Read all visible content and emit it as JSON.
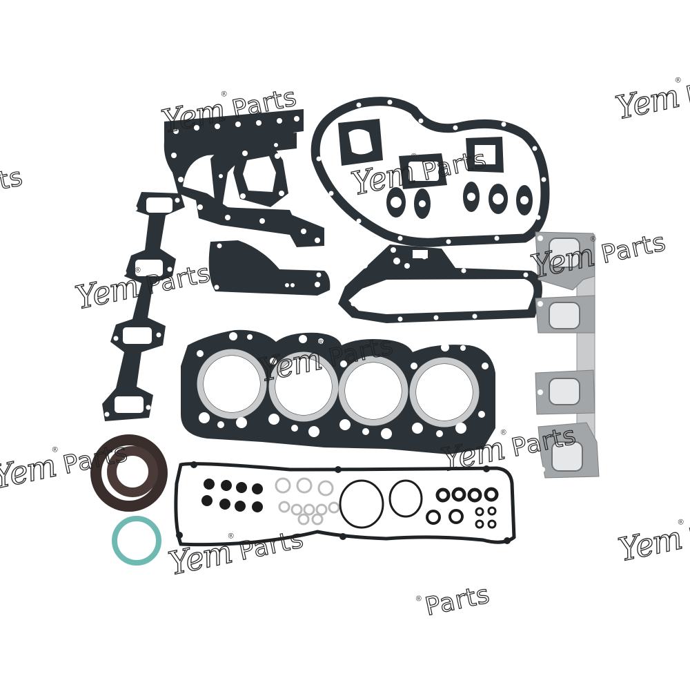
{
  "image": {
    "subject": "Engine full overhaul gasket kit",
    "background": "#ffffff",
    "colors": {
      "gasket_graphite": "#2c3338",
      "metal_gasket": "#a9acae",
      "metal_highlight": "#d9dadb",
      "oil_seal": "#3a2e2c",
      "green_ring": "#6fb9b3",
      "clear_ring": "#b9b9b9",
      "o_ring": "#1c1c1c"
    }
  },
  "watermark": {
    "brand_script": "Yem",
    "registered_mark": "®",
    "word": "Parts"
  },
  "parts": [
    {
      "name": "Timing cover gasket (left)"
    },
    {
      "name": "Timing gear case gasket"
    },
    {
      "name": "Oil pump cover gasket"
    },
    {
      "name": "Intake manifold gasket"
    },
    {
      "name": "Exhaust manifold gasket (metal)"
    },
    {
      "name": "Side cover gasket"
    },
    {
      "name": "Cylinder head gasket (4-cylinder)"
    },
    {
      "name": "Valve cover gasket"
    },
    {
      "name": "Crankshaft oil seals"
    },
    {
      "name": "Exhaust pipe ring"
    },
    {
      "name": "Valve stem seals"
    },
    {
      "name": "O-rings and washers"
    }
  ]
}
